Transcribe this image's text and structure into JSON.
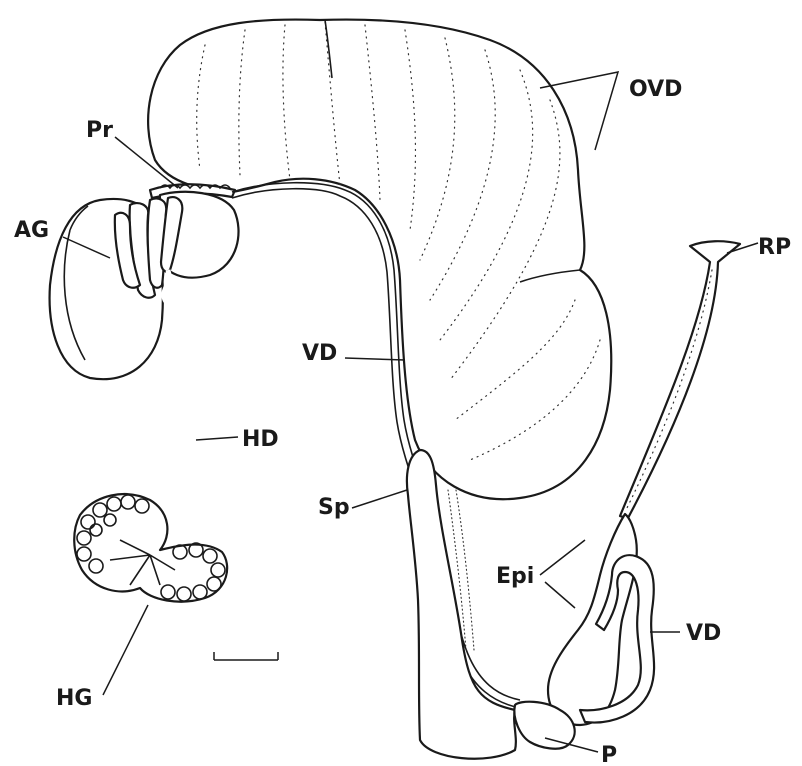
{
  "labels": {
    "ovd": "OVD",
    "pr": "Pr",
    "ag": "AG",
    "rp": "RP",
    "vd_upper": "VD",
    "hd": "HD",
    "sp": "Sp",
    "epi": "Epi",
    "vd_lower": "VD",
    "hg": "HG",
    "p": "P"
  },
  "scale_bar": {
    "present": true
  },
  "colors": {
    "ink": "#1a1a1a",
    "background": "#ffffff"
  }
}
